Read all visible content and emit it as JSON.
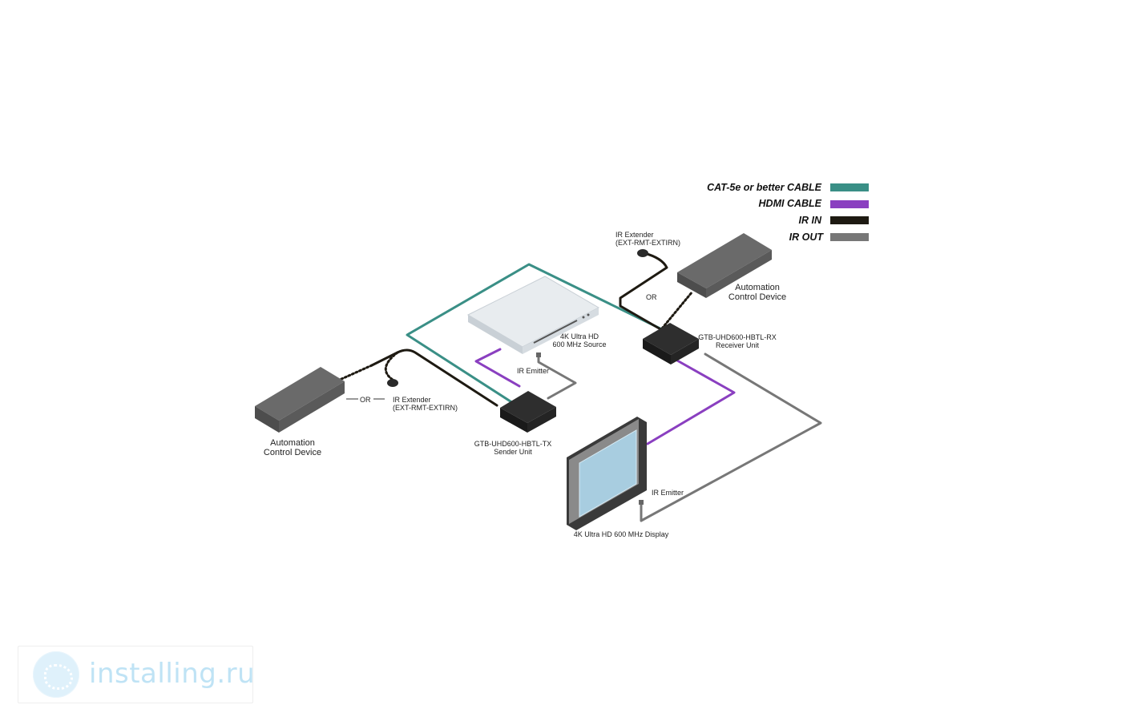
{
  "legend": [
    {
      "label": "CAT-5e or better CABLE",
      "color": "#3a8f86"
    },
    {
      "label": "HDMI CABLE",
      "color": "#8a3fc0"
    },
    {
      "label": "IR IN",
      "color": "#1e1a12"
    },
    {
      "label": "IR OUT",
      "color": "#777777"
    }
  ],
  "labels": {
    "ir_ext_top_1": "IR Extender",
    "ir_ext_top_2": "(EXT-RMT-EXTIRN)",
    "acd_right_1": "Automation",
    "acd_right_2": "Control Device",
    "or_right": "OR",
    "source_1": "4K Ultra HD",
    "source_2": "600 MHz Source",
    "rx_1": "GTB-UHD600-HBTL-RX",
    "rx_2": "Receiver Unit",
    "ir_emitter_tx": "IR Emitter",
    "or_left": "OR",
    "ir_ext_left_1": "IR Extender",
    "ir_ext_left_2": "(EXT-RMT-EXTIRN)",
    "acd_left_1": "Automation",
    "acd_left_2": "Control Device",
    "tx_1": "GTB-UHD600-HBTL-TX",
    "tx_2": "Sender Unit",
    "ir_emitter_display": "IR Emitter",
    "display": "4K Ultra HD 600 MHz Display"
  },
  "watermark": {
    "text": "installing.ru",
    "icon": "globe-logo-icon"
  }
}
